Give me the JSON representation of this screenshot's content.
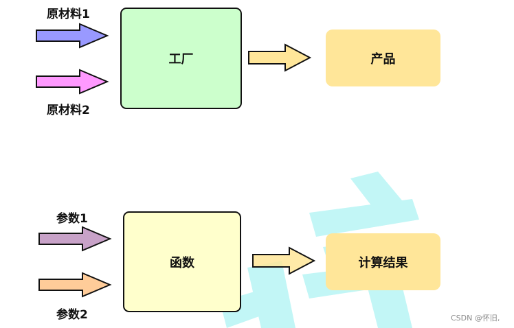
{
  "diagram": {
    "top": {
      "input1_label": "原材料1",
      "input2_label": "原材料2",
      "process_label": "工厂",
      "output_label": "产品"
    },
    "bottom": {
      "input1_label": "参数1",
      "input2_label": "参数2",
      "process_label": "函数",
      "output_label": "计算结果"
    }
  },
  "colors": {
    "arrow_input1_top": "#9999ff",
    "arrow_input2_top": "#ff99ff",
    "arrow_output": "#ffe699",
    "arrow_input1_bottom": "#c8a2c8",
    "arrow_input2_bottom": "#ffcc99",
    "factory_fill": "#ccffcc",
    "product_fill": "#ffe699",
    "function_fill": "#ffffcc",
    "result_fill": "#ffe699",
    "watermark": "#00e5e5"
  },
  "credit": "CSDN @怀旧,"
}
